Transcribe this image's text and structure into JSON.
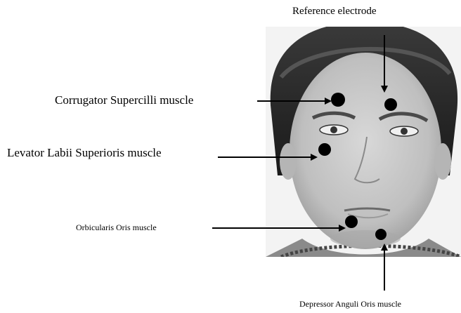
{
  "labels": {
    "reference": "Reference electrode",
    "corrugator": "Corrugator Supercilli muscle",
    "levator": "Levator Labii Superioris muscle",
    "orbicularis": "Orbicularis Oris muscle",
    "depressor": "Depressor Anguli Oris muscle"
  },
  "colors": {
    "ink": "#000000",
    "photo_background": "#f3f3f3"
  }
}
